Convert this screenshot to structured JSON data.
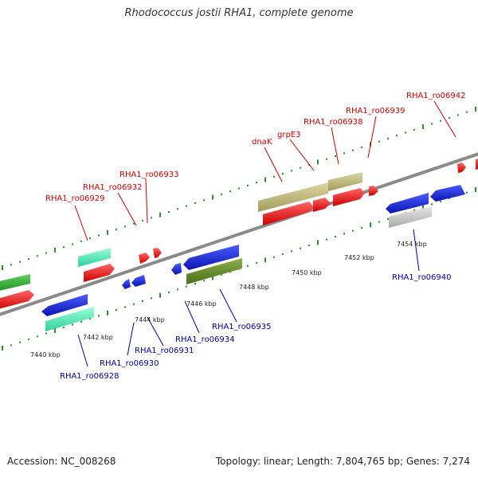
{
  "title": "Rhodococcus jostii RHA1, complete genome",
  "footer": {
    "accession": "Accession: NC_008268",
    "summary": "Topology: linear; Length: 7,804,765 bp; Genes: 7,274"
  },
  "colors": {
    "forward_label": "#cc0000",
    "reverse_label": "#000099",
    "backbone": "#888888",
    "tick": "#2e8b2e"
  },
  "axis_ticks": [
    {
      "label": "7440 kbp"
    },
    {
      "label": "7442 kbp"
    },
    {
      "label": "7444 kbp"
    },
    {
      "label": "7446 kbp"
    },
    {
      "label": "7448 kbp"
    },
    {
      "label": "7450 kbp"
    },
    {
      "label": "7452 kbp"
    },
    {
      "label": "7454 kbp"
    }
  ],
  "forward_labels": [
    {
      "text": "RHA1_ro06929"
    },
    {
      "text": "RHA1_ro06932"
    },
    {
      "text": "RHA1_ro06933"
    },
    {
      "text": "dnaK"
    },
    {
      "text": "grpE3"
    },
    {
      "text": "RHA1_ro06938"
    },
    {
      "text": "RHA1_ro06939"
    },
    {
      "text": "RHA1_ro06942"
    }
  ],
  "reverse_labels": [
    {
      "text": "RHA1_ro06928"
    },
    {
      "text": "RHA1_ro06930"
    },
    {
      "text": "RHA1_ro06931"
    },
    {
      "text": "RHA1_ro06934"
    },
    {
      "text": "RHA1_ro06935"
    },
    {
      "text": "RHA1_ro06940"
    }
  ]
}
